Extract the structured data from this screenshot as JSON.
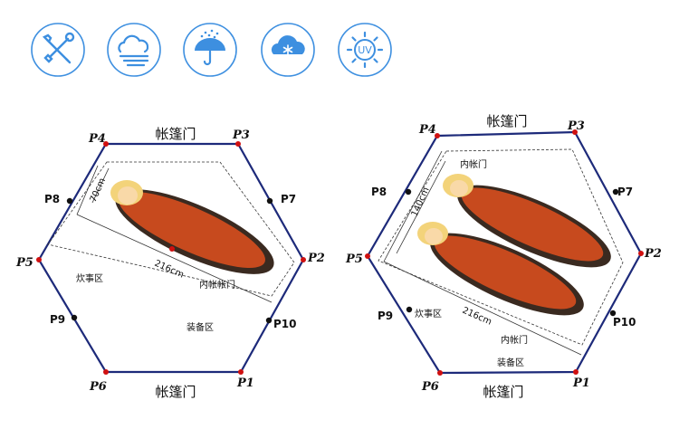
{
  "icons": [
    {
      "name": "tools-icon"
    },
    {
      "name": "wind-cloud-icon"
    },
    {
      "name": "rain-umbrella-icon"
    },
    {
      "name": "snow-cloud-icon"
    },
    {
      "name": "uv-sun-icon",
      "text": "UV"
    }
  ],
  "colors": {
    "icon_blue": "#3d8fe0",
    "tent_line": "#1d2a7a",
    "bag_orange": "#c74a1e",
    "point_red": "#d01010"
  },
  "left_diagram": {
    "door_top": "帐篷门",
    "door_bottom": "帐篷门",
    "points": {
      "P1": "P1",
      "P2": "P2",
      "P3": "P3",
      "P4": "P4",
      "P5": "P5",
      "P6": "P6",
      "P7": "P7",
      "P8": "P8",
      "P9": "P9",
      "P10": "P10"
    },
    "width_label": "70cm",
    "length_label": "216cm",
    "inner_door": "内帐帐门",
    "cooking_zone": "炊事区",
    "gear_zone": "装备区"
  },
  "right_diagram": {
    "door_top": "帐篷门",
    "door_bottom": "帐篷门",
    "points": {
      "P1": "P1",
      "P2": "P2",
      "P3": "P3",
      "P4": "P4",
      "P5": "P5",
      "P6": "P6",
      "P7": "P7",
      "P8": "P8",
      "P9": "P9",
      "P10": "P10"
    },
    "width_label": "140cm",
    "length_label": "216cm",
    "inner_door_top": "内帐门",
    "inner_door_bottom": "内帐门",
    "cooking_zone": "炊事区",
    "gear_zone": "装备区"
  }
}
